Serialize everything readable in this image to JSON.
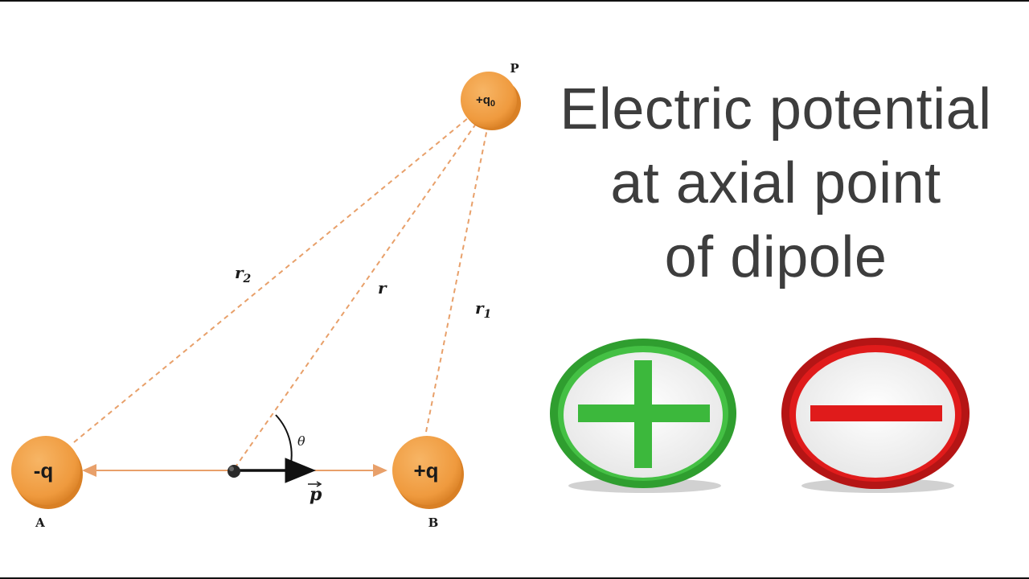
{
  "title": {
    "line1": "Electric potential",
    "line2": "at axial point",
    "line3": "of dipole"
  },
  "charges": {
    "neg": "-q",
    "pos": "+q",
    "test": "+q",
    "test_sub": "0"
  },
  "points": {
    "a": "A",
    "b": "B",
    "p": "P"
  },
  "distances": {
    "r": "r",
    "r1": "r",
    "r1_sub": "1",
    "r2": "r",
    "r2_sub": "2"
  },
  "angle": "θ",
  "dipole_moment": "p",
  "colors": {
    "charge_fill": "#f2a24a",
    "charge_shadow": "#d9822b",
    "dashed_line": "#e8a06a",
    "plus_green": "#3cb83c",
    "minus_red": "#e01b1b",
    "title_text": "#3d3d3d"
  },
  "icons": {
    "plus": "plus-sign-icon",
    "minus": "minus-sign-icon"
  }
}
